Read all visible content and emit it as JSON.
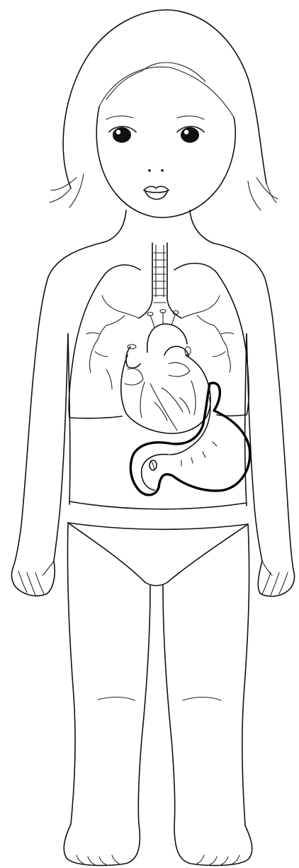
{
  "figure": {
    "subject": "child-body-outline",
    "organs": [
      "trachea",
      "lungs",
      "heart",
      "stomach"
    ],
    "colors": {
      "line": "#111111",
      "background": "#ffffff"
    }
  }
}
